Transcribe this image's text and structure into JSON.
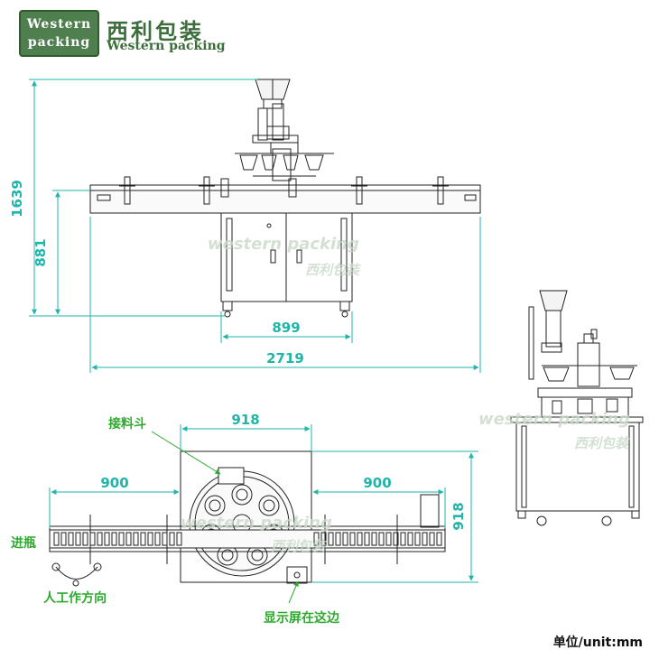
{
  "logo": {
    "line1": "Western",
    "line2": "packing"
  },
  "brand": {
    "chinese": "西利包装",
    "english": "Western packing"
  },
  "front_view": {
    "dim_total_height": "1639",
    "dim_table_height": "881",
    "dim_cabinet_width": "899",
    "dim_total_width": "2719"
  },
  "top_view": {
    "dim_platform_width": "918",
    "dim_conveyor_left": "900",
    "dim_conveyor_right": "900",
    "dim_platform_depth": "918",
    "label_hopper": "接料斗",
    "label_bottle_in": "进瓶",
    "label_manual_direction": "人工作方向",
    "label_screen_side": "显示屏在这边"
  },
  "watermark": {
    "en": "western packing",
    "cn": "西利包装"
  },
  "unit_label": "单位/unit:mm",
  "colors": {
    "dimension": "#1fb5a8",
    "label": "#2eaa2e",
    "line": "#222222",
    "brand": "#3c6e3c"
  }
}
